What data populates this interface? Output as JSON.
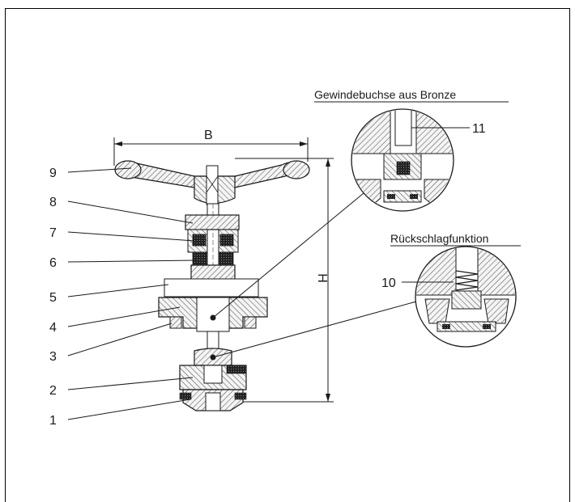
{
  "captions": {
    "detail_top": "Gewindebuchse aus Bronze",
    "detail_bottom": "Rückschlagfunktion"
  },
  "dimensions": {
    "width_label": "B",
    "height_label": "H"
  },
  "callouts": [
    "1",
    "2",
    "3",
    "4",
    "5",
    "6",
    "7",
    "8",
    "9",
    "10",
    "11"
  ],
  "colors": {
    "line": "#1a1a1a",
    "hatch": "#555555",
    "fill": "#f4f4f4"
  }
}
